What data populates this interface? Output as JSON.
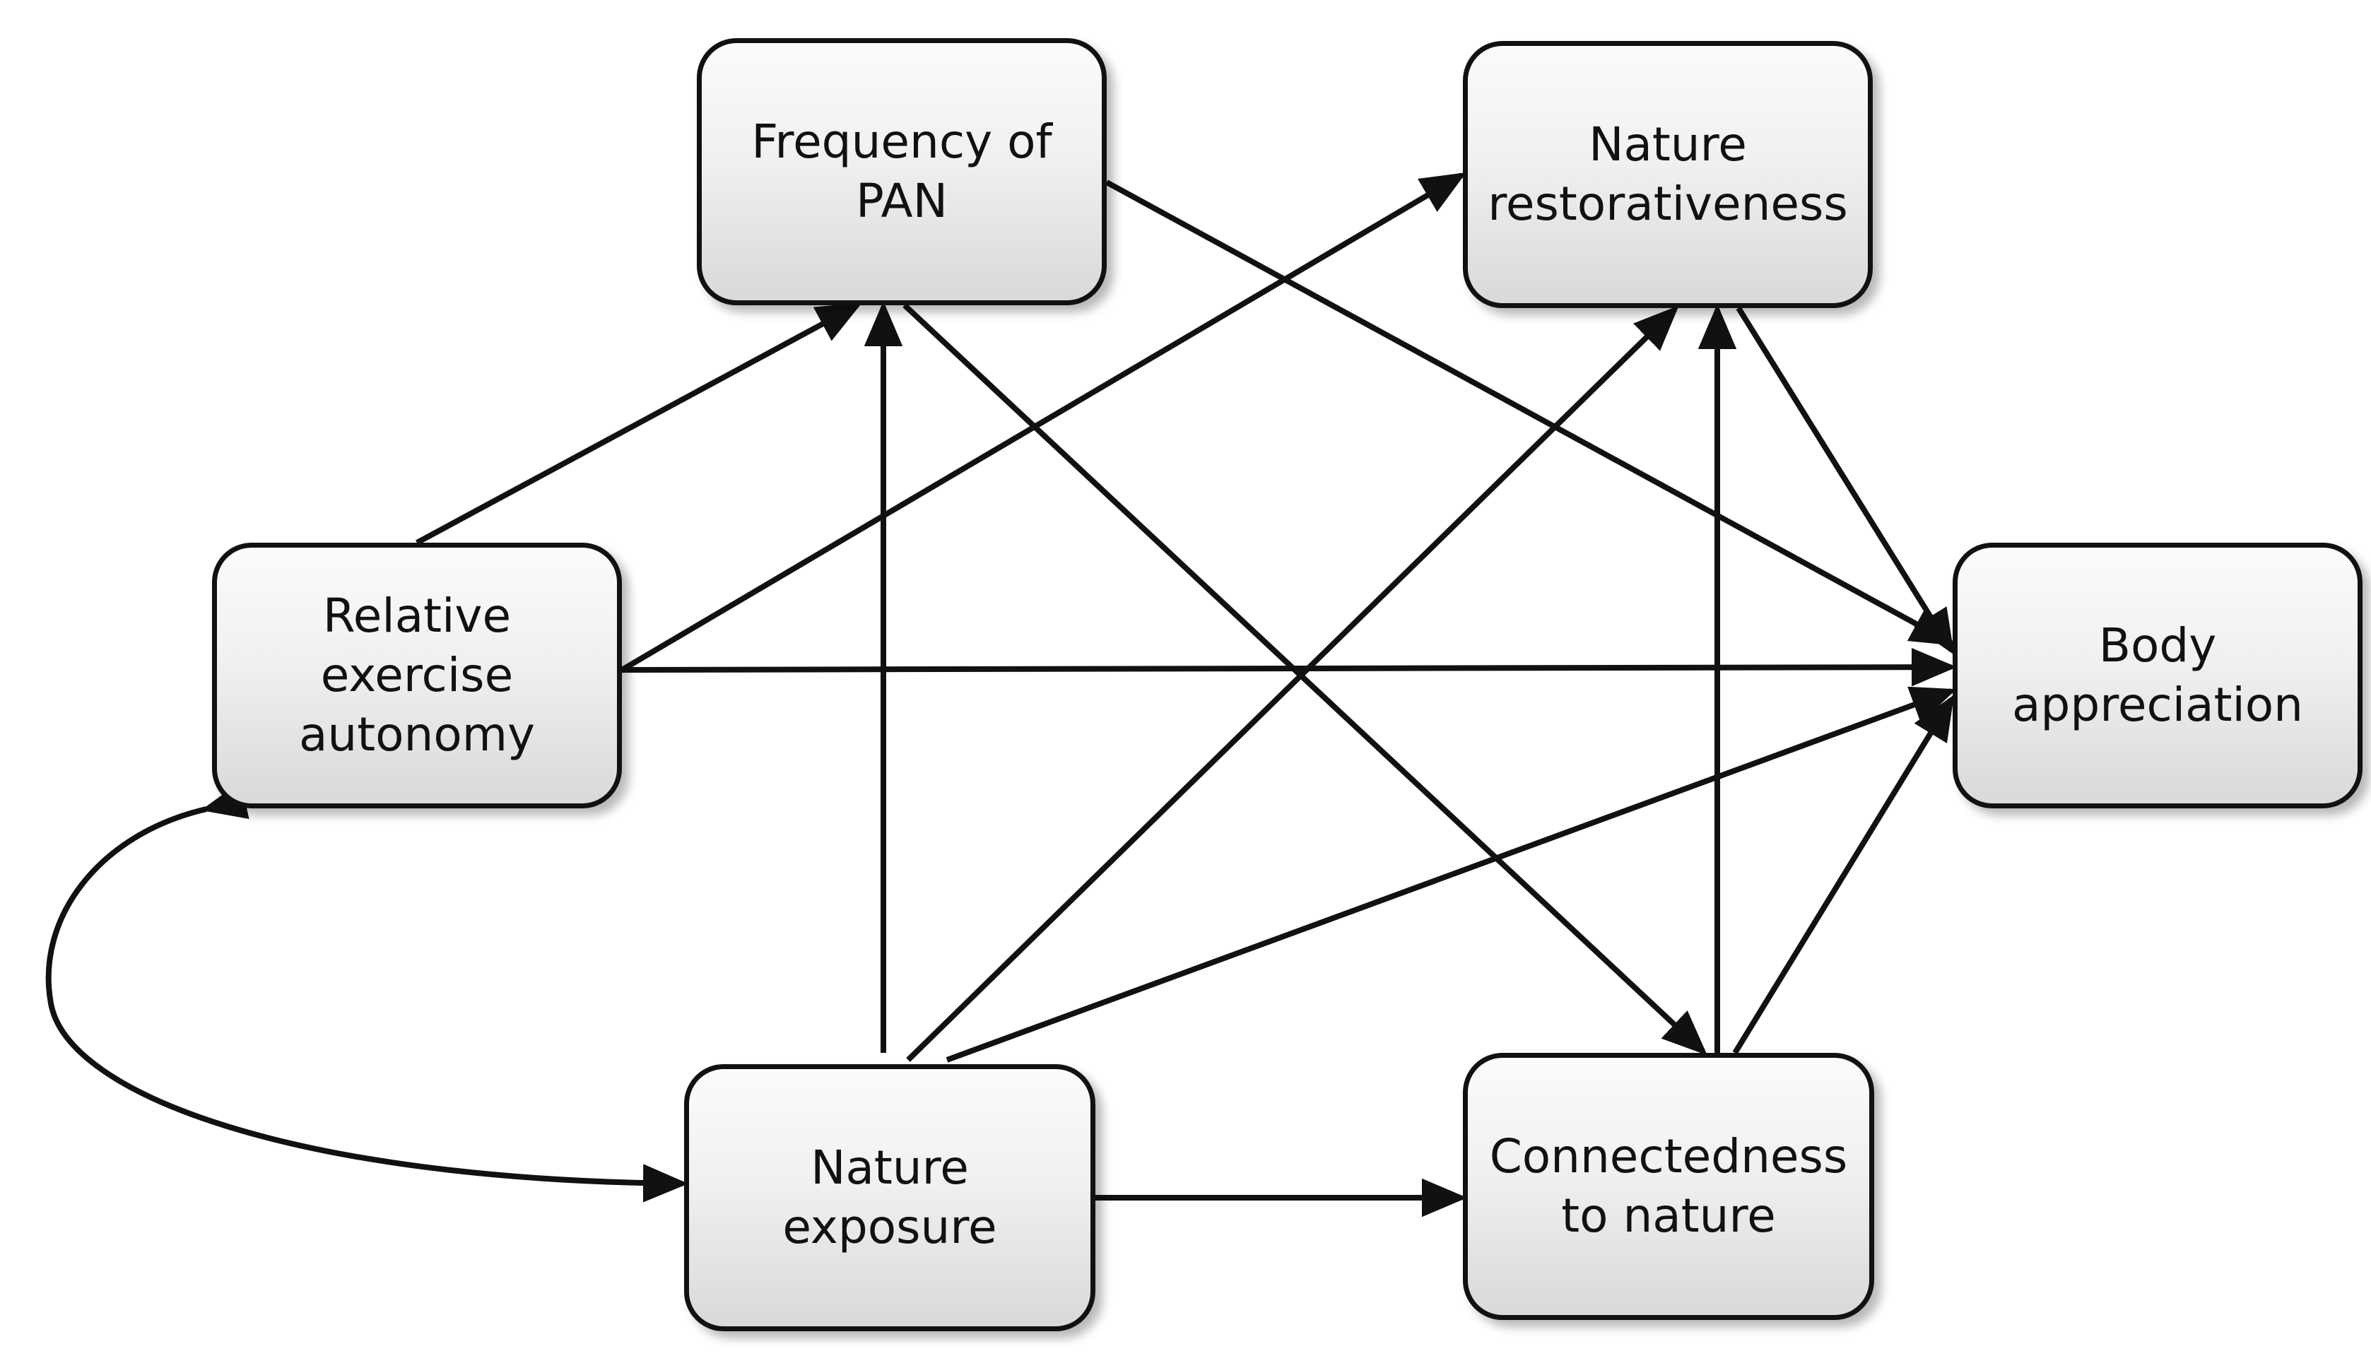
{
  "diagram": {
    "nodes": {
      "frequency_of_pan": "Frequency of\nPAN",
      "nature_restorativeness": "Nature\nrestorativeness",
      "relative_exercise_autonomy": "Relative\nexercise\nautonomy",
      "body_appreciation": "Body\nappreciation",
      "nature_exposure": "Nature\nexposure",
      "connectedness_to_nature": "Connectedness\nto nature"
    },
    "paths": [
      {
        "from": "relative_exercise_autonomy",
        "to": "frequency_of_pan",
        "type": "directed"
      },
      {
        "from": "relative_exercise_autonomy",
        "to": "nature_restorativeness",
        "type": "directed"
      },
      {
        "from": "relative_exercise_autonomy",
        "to": "body_appreciation",
        "type": "directed"
      },
      {
        "from": "frequency_of_pan",
        "to": "body_appreciation",
        "type": "directed"
      },
      {
        "from": "frequency_of_pan",
        "to": "connectedness_to_nature",
        "type": "directed"
      },
      {
        "from": "nature_exposure",
        "to": "frequency_of_pan",
        "type": "directed"
      },
      {
        "from": "nature_exposure",
        "to": "nature_restorativeness",
        "type": "directed"
      },
      {
        "from": "nature_exposure",
        "to": "body_appreciation",
        "type": "directed"
      },
      {
        "from": "nature_exposure",
        "to": "connectedness_to_nature",
        "type": "directed"
      },
      {
        "from": "nature_restorativeness",
        "to": "body_appreciation",
        "type": "directed"
      },
      {
        "from": "connectedness_to_nature",
        "to": "nature_restorativeness",
        "type": "directed"
      },
      {
        "from": "connectedness_to_nature",
        "to": "body_appreciation",
        "type": "directed"
      },
      {
        "from": "relative_exercise_autonomy",
        "to": "nature_exposure",
        "type": "covariance"
      }
    ]
  }
}
